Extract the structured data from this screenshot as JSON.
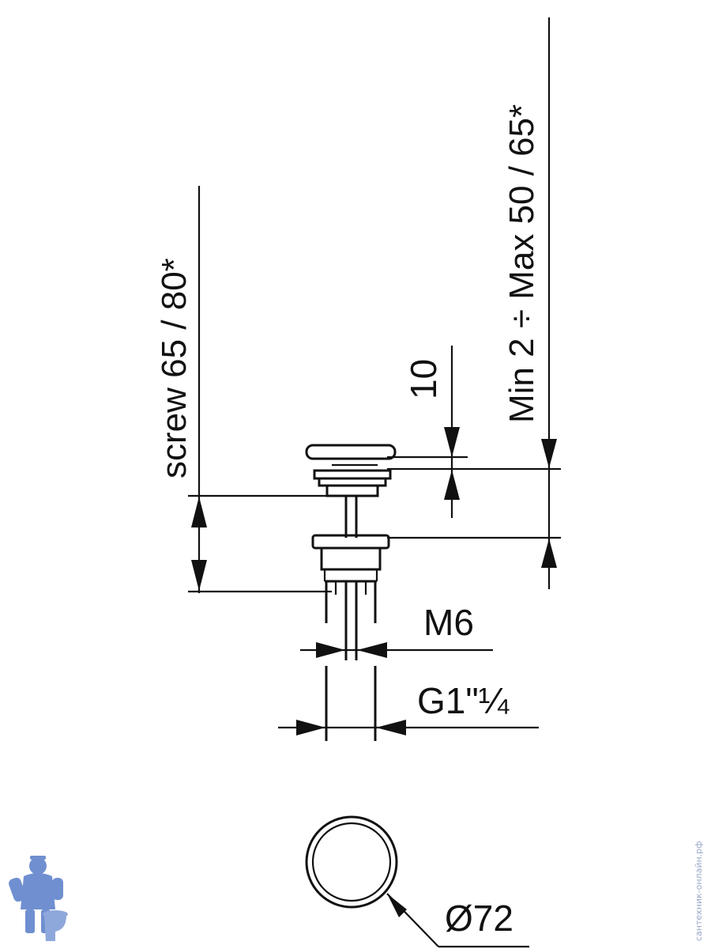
{
  "labels": {
    "screw": "screw 65 / 80*",
    "min_max": "Min 2 ÷ Max 50 / 65*",
    "ten": "10",
    "m6": "M6",
    "g1": "G1\"¼",
    "diameter": "Ø72"
  },
  "watermark": "сантехник-онлайн.рф",
  "colors": {
    "line": "#111111",
    "background": "#ffffff",
    "mascot": "#6f8fd0"
  }
}
